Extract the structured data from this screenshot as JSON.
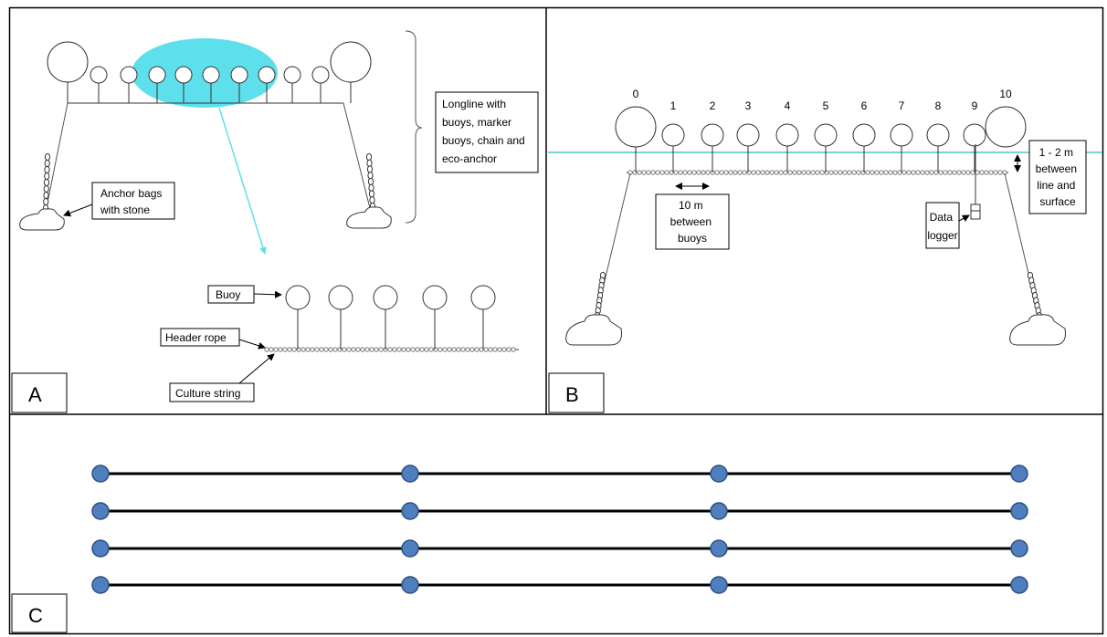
{
  "panels": {
    "a": {
      "letter": "A",
      "anchor_label_lines": [
        "Anchor bags",
        "with stone"
      ],
      "bracket_label_lines": [
        "Longline with",
        "buoys, marker",
        "buoys, chain and",
        "eco-anchor"
      ],
      "buoy_label": "Buoy",
      "header_rope_label": "Header rope",
      "culture_string_label": "Culture string",
      "highlight_color": "#5ee0ec"
    },
    "b": {
      "letter": "B",
      "buoy_numbers": [
        "0",
        "1",
        "2",
        "3",
        "4",
        "5",
        "6",
        "7",
        "8",
        "9",
        "10"
      ],
      "spacing_label_lines": [
        "10 m",
        "between",
        "buoys"
      ],
      "logger_label_lines": [
        "Data",
        "logger"
      ],
      "depth_label_lines": [
        "1 - 2 m",
        "between",
        "line and",
        "surface"
      ],
      "water_color": "#4fc3d2"
    },
    "c": {
      "letter": "C",
      "line_count": 4,
      "nodes_per_line": 4,
      "node_color": "#4f7fbf",
      "node_stroke": "#2e4f7e",
      "line_color": "#000000"
    }
  }
}
